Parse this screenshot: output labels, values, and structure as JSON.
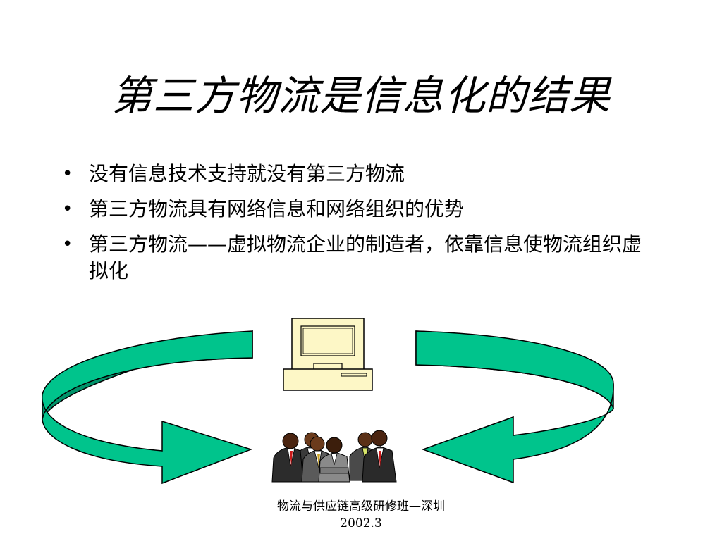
{
  "slide": {
    "title": "第三方物流是信息化的结果",
    "bullets": [
      "没有信息技术支持就没有第三方物流",
      "第三方物流具有网络信息和网络组织的优势",
      "第三方物流——虚拟物流企业的制造者，依靠信息使物流组织虚拟化"
    ],
    "bullet_marker": "•",
    "footer_line1": "物流与供应链高级研修班—深圳",
    "footer_line2": "2002.3"
  },
  "diagram": {
    "icons": [
      "computer-icon",
      "business-team-icon",
      "curved-arrow-left",
      "curved-arrow-right"
    ],
    "colors": {
      "arrow_fill": "#00c48c",
      "arrow_dark": "#00936a",
      "arrow_stroke": "#000000",
      "computer_fill": "#fdf7c6"
    }
  }
}
